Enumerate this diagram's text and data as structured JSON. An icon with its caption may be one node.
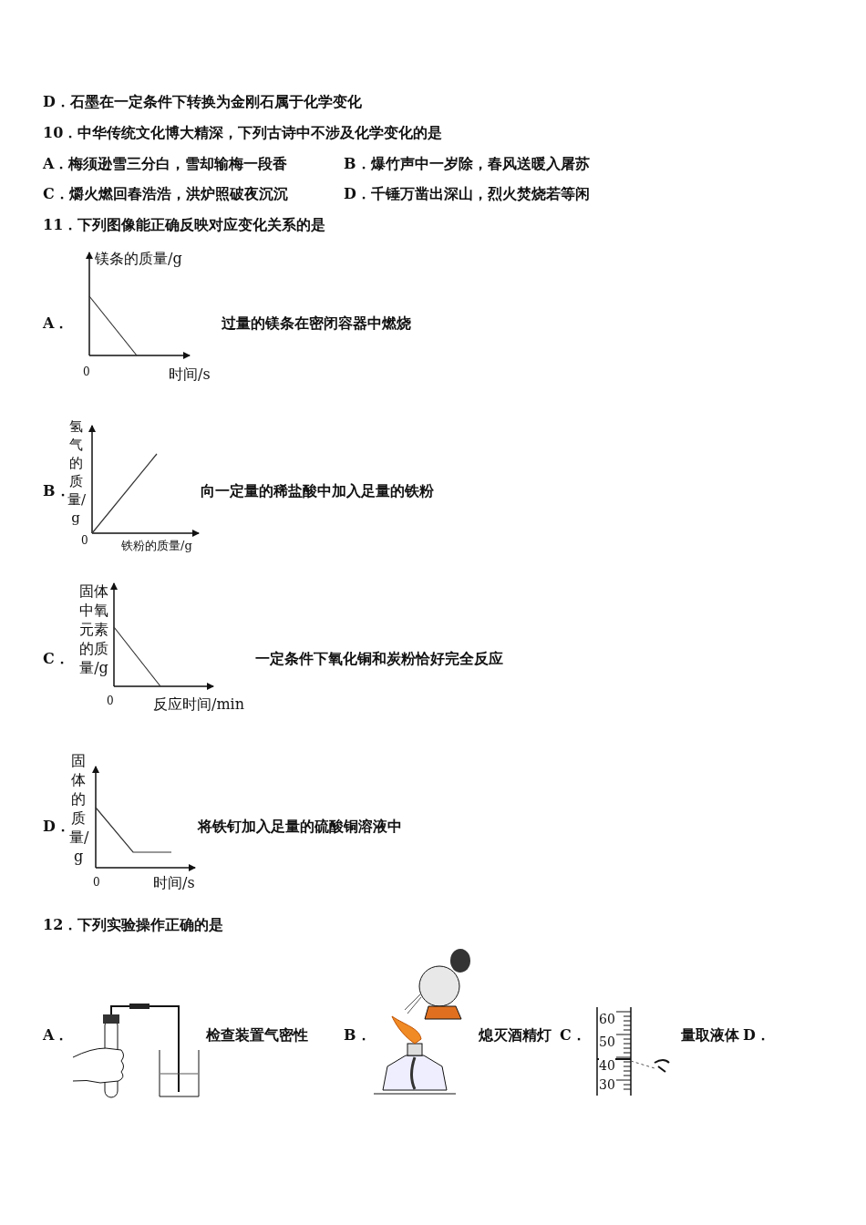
{
  "diagram": {
    "labels": [
      "D．石墨在一定条件下转换为金刚石属于化学变化",
      "10．中华传统文化博大精深，下列古诗中不涉及化学变化的是",
      "A．梅须逊雪三分白，雪却输梅一段香",
      "B．爆竹声中一岁除，春风送暖入屠苏",
      "C．爝火燃回春浩浩，洪炉照破夜沉沉",
      "D．千锤万凿出深山，烈火焚烧若等闲",
      "11．下列图像能正确反映对应变化关系的是",
      "镁条的质量/g",
      "A．",
      "过量的镁条在密闭容器中燃烧",
      "0",
      "时间/s",
      "氢气的质量/g",
      "B．",
      "向一定量的稀盐酸中加入足量的铁粉",
      "0",
      "铁粉的质量/g",
      "固体中氧元素的质量/g",
      "C．",
      "一定条件下氧化铜和炭粉恰好完全反应",
      "0",
      "反应时间/min",
      "固体的质量/g",
      "D．",
      "将铁钉加入足量的硫酸铜溶液中",
      "0",
      "时间/s",
      "12．下列实验操作正确的是",
      "A．",
      "检查装置气密性",
      "B．",
      "熄灭酒精灯",
      "C．",
      "量取液体",
      "D．",
      "60",
      "50",
      "40",
      "30"
    ]
  }
}
